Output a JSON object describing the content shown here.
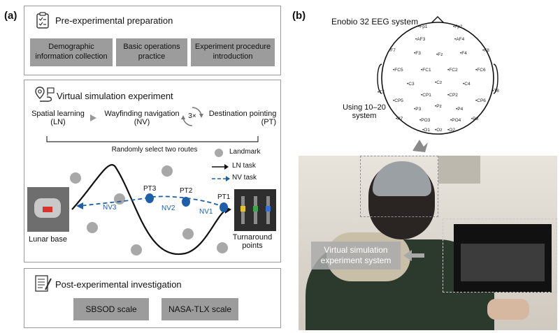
{
  "panel_a": {
    "label": "(a)",
    "pre": {
      "title": "Pre-experimental preparation",
      "buttons": [
        "Demographic information collection",
        "Basic operations practice",
        "Experiment procedure introduction"
      ]
    },
    "virtual": {
      "title": "Virtual simulation experiment",
      "steps": [
        {
          "name": "Spatial learning",
          "abbr": "(LN)"
        },
        {
          "name": "Wayfinding navigation",
          "abbr": "(NV)"
        },
        {
          "name": "Destination pointing",
          "abbr": "(PT)"
        }
      ],
      "repeat": "3×",
      "random_routes": "Randomly select two routes",
      "legend": {
        "landmark": "Landmark",
        "ln_task": "LN task",
        "nv_task": "NV task"
      },
      "points": [
        "PT3",
        "PT2",
        "PT1"
      ],
      "nv_labels": [
        "NV3",
        "NV2",
        "NV1"
      ],
      "lunar_base": "Lunar base",
      "turnaround": "Turnaround points"
    },
    "post": {
      "title": "Post-experimental investigation",
      "buttons": [
        "SBSOD scale",
        "NASA-TLX scale"
      ]
    }
  },
  "panel_b": {
    "label": "(b)",
    "eeg_title": "Enobio 32 EEG system",
    "system_note": "Using 10–20 system",
    "electrodes": [
      "Fp1",
      "Fp2",
      "AF3",
      "AF4",
      "F7",
      "F3",
      "Fz",
      "F4",
      "F8",
      "FC5",
      "FC1",
      "FC2",
      "FC6",
      "T7",
      "C3",
      "Cz",
      "C4",
      "T8",
      "CP5",
      "CP1",
      "CP2",
      "CP6",
      "P7",
      "P3",
      "Pz",
      "P4",
      "P8",
      "PO3",
      "PO4",
      "O1",
      "Oz",
      "O2"
    ],
    "vse_label": "Virtual simulation experiment system"
  },
  "colors": {
    "accent_blue": "#1f5fa8",
    "gray_box": "#9c9c9c",
    "landmark": "#a8a8a8"
  }
}
